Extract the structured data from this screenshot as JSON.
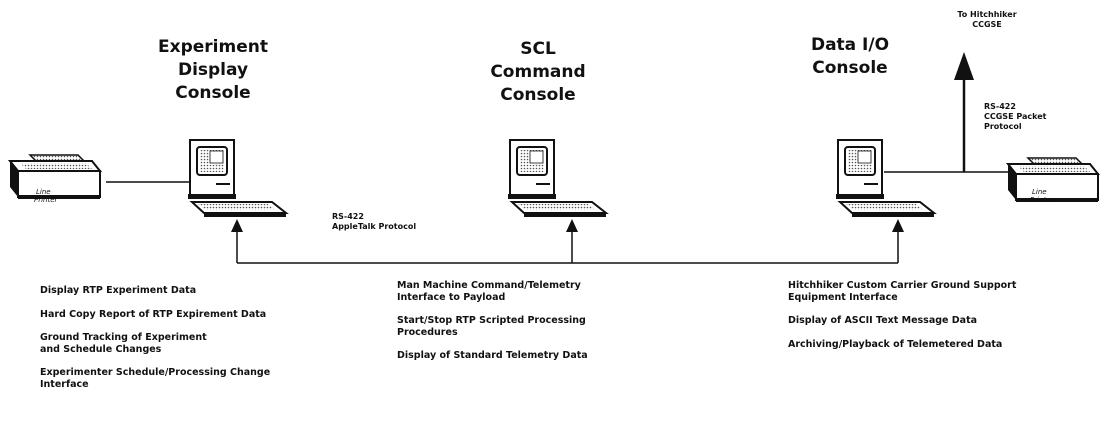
{
  "consoles": {
    "experiment": {
      "title": [
        "Experiment",
        "Display",
        "Console"
      ]
    },
    "scl": {
      "title": [
        "SCL",
        "Command",
        "Console"
      ]
    },
    "data_io": {
      "title": [
        "Data I/O",
        "Console"
      ]
    }
  },
  "printers": {
    "left": {
      "label": [
        "Line",
        "Printer"
      ]
    },
    "right": {
      "label": [
        "Line",
        "Printer"
      ]
    }
  },
  "network": {
    "protocol": [
      "RS-422",
      "AppleTalk Protocol"
    ]
  },
  "uplink": {
    "destination": [
      "To Hitchhiker",
      "CCGSE"
    ],
    "protocol": [
      "RS-422",
      "CCGSE Packet",
      "Protocol"
    ]
  },
  "features": {
    "experiment": [
      [
        "Display RTP Experiment Data"
      ],
      [
        "Hard Copy Report of RTP Expirement Data"
      ],
      [
        "Ground Tracking of Experiment",
        "and Schedule Changes"
      ],
      [
        "Experimenter Schedule/Processing Change",
        "Interface"
      ]
    ],
    "scl": [
      [
        "Man Machine Command/Telemetry",
        "Interface to Payload"
      ],
      [
        "Start/Stop RTP Scripted Processing",
        "Procedures"
      ],
      [
        "Display of Standard Telemetry Data"
      ]
    ],
    "data_io": [
      [
        "Hitchhiker Custom Carrier Ground Support",
        "Equipment Interface"
      ],
      [
        "Display of ASCII Text Message Data"
      ],
      [
        "Archiving/Playback of Telemetered Data"
      ]
    ]
  }
}
